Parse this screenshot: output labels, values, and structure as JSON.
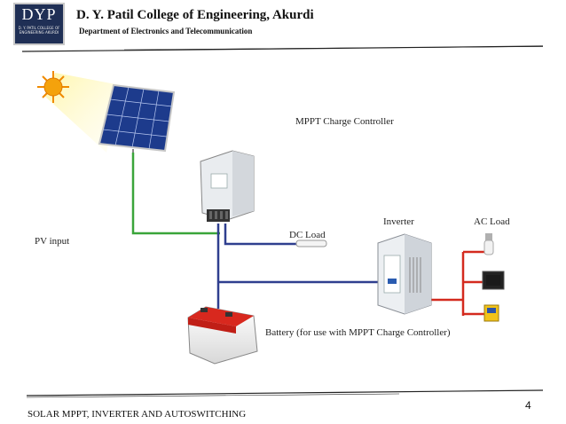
{
  "header": {
    "logo_text": "DYP",
    "logo_subtext": "D. Y. PATIL COLLEGE OF ENGINEERING AKURDI",
    "college_name": "D. Y. Patil College of Engineering, Akurdi",
    "department": "Department of Electronics and Telecommunication"
  },
  "diagram": {
    "mppt_label": "MPPT Charge Controller",
    "pv_input_label": "PV input",
    "dc_load_label": "DC Load",
    "inverter_label": "Inverter",
    "ac_load_label": "AC Load",
    "battery_label": "Battery (for use with MPPT Charge Controller)",
    "wire_colors": {
      "pv": "#3aa53a",
      "dc": "#2f3f8f",
      "ac": "#d42a1e"
    }
  },
  "footer": {
    "page_number": "4",
    "title": "SOLAR MPPT, INVERTER AND AUTOSWITCHING"
  }
}
